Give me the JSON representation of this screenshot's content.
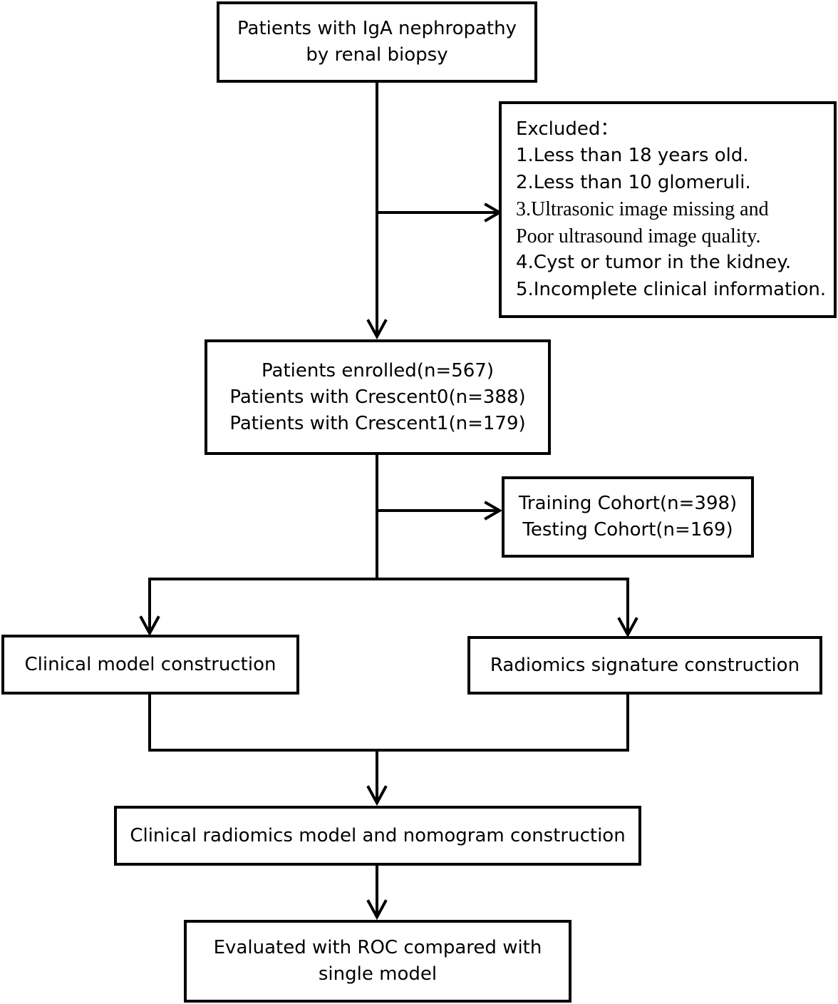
{
  "nodes": {
    "start": {
      "lines": [
        "Patients with IgA nephropathy",
        "by renal biopsy"
      ]
    },
    "excluded": {
      "lines": [
        "Excluded：",
        "1.Less than 18 years old.",
        "2.Less than 10 glomeruli.",
        "3.Ultrasonic image missing and",
        "Poor ultrasound image quality.",
        "4.Cyst or tumor in the kidney.",
        "5.Incomplete clinical information."
      ]
    },
    "enrolled": {
      "lines": [
        "Patients enrolled(n=567)",
        "Patients with Crescent0(n=388)",
        "Patients with Crescent1(n=179)"
      ]
    },
    "cohorts": {
      "lines": [
        "Training Cohort(n=398)",
        "Testing Cohort(n=169)"
      ]
    },
    "clinical": {
      "lines": [
        "Clinical model construction"
      ]
    },
    "radiomics": {
      "lines": [
        "Radiomics signature construction"
      ]
    },
    "combined": {
      "lines": [
        "Clinical radiomics model and nomogram construction"
      ]
    },
    "evaluated": {
      "lines": [
        "Evaluated with ROC compared with",
        "single model"
      ]
    }
  }
}
